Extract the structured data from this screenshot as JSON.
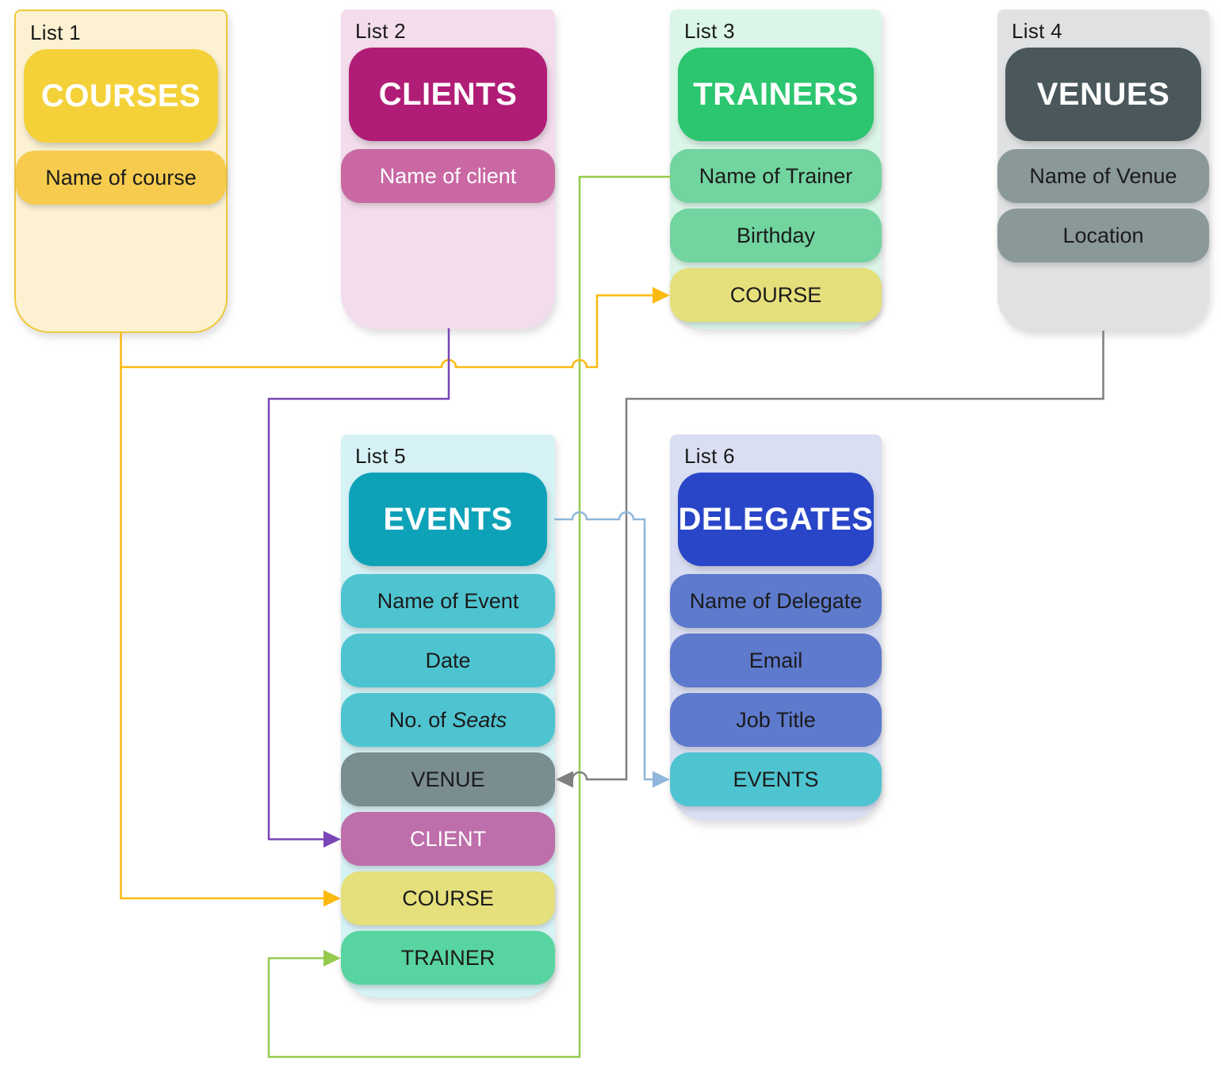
{
  "page": {
    "background": "#FFFFFF"
  },
  "lists": [
    {
      "label": "List 1",
      "title": "COURSES",
      "colors": {
        "container": "#FCF2D2",
        "border": "#EFC83C",
        "header": "#F4D139",
        "header_text": "#FFFFFF"
      },
      "fields": [
        {
          "label": "Name of course",
          "bg": "#F7CC4E",
          "text": "#1B1B1B"
        }
      ]
    },
    {
      "label": "List 2",
      "title": "CLIENTS",
      "colors": {
        "container": "#F3DCEC",
        "header": "#B01D76",
        "header_text": "#FFFFFF"
      },
      "fields": [
        {
          "label": "Name of client",
          "bg": "#C968A3",
          "text": "#FFFFFF"
        }
      ]
    },
    {
      "label": "List 3",
      "title": "TRAINERS",
      "colors": {
        "container": "#DBF6E8",
        "header": "#2BC66F",
        "header_text": "#FFFFFF"
      },
      "fields": [
        {
          "label": "Name of Trainer",
          "bg": "#72D49F",
          "text": "#1B1B1B"
        },
        {
          "label": "Birthday",
          "bg": "#72D49F",
          "text": "#1B1B1B"
        },
        {
          "label": "COURSE",
          "bg": "#E5DF7C",
          "text": "#1B1B1B"
        }
      ]
    },
    {
      "label": "List 4",
      "title": "VENUES",
      "colors": {
        "container": "#DFE1E2",
        "header": "#4A585C",
        "header_text": "#FFFFFF"
      },
      "fields": [
        {
          "label": "Name of Venue",
          "bg": "#8B989A",
          "text": "#1B1B1B"
        },
        {
          "label": "Location",
          "bg": "#8B989A",
          "text": "#1B1B1B"
        }
      ]
    },
    {
      "label": "List 5",
      "title": "EVENTS",
      "colors": {
        "container": "#D7F2F6",
        "header": "#0EA2B8",
        "header_text": "#FFFFFF"
      },
      "fields": [
        {
          "label": "Name of Event",
          "bg": "#4FC4D1",
          "text": "#1B1B1B"
        },
        {
          "label": "Date",
          "bg": "#4FC4D1",
          "text": "#1B1B1B"
        },
        {
          "label": "No. of ",
          "label_italic": "Seats",
          "bg": "#4FC4D1",
          "text": "#1B1B1B"
        },
        {
          "label": "VENUE",
          "bg": "#7A8D91",
          "text": "#1B1B1B"
        },
        {
          "label": "CLIENT",
          "bg": "#BE6FAB",
          "text": "#FFFFFF"
        },
        {
          "label": "COURSE",
          "bg": "#E5DF7C",
          "text": "#1B1B1B"
        },
        {
          "label": "TRAINER",
          "bg": "#58D4A0",
          "text": "#1B1B1B"
        }
      ]
    },
    {
      "label": "List 6",
      "title": "DELEGATES",
      "colors": {
        "container": "#D9DEF2",
        "header": "#2946C8",
        "header_text": "#FFFFFF"
      },
      "fields": [
        {
          "label": "Name of Delegate",
          "bg": "#5E7ACD",
          "text": "#1B1B1B"
        },
        {
          "label": "Email",
          "bg": "#5E7ACD",
          "text": "#1B1B1B"
        },
        {
          "label": "Job Title",
          "bg": "#5E7ACD",
          "text": "#1B1B1B"
        },
        {
          "label": "EVENTS",
          "bg": "#4FC4D1",
          "text": "#1B1B1B"
        }
      ]
    }
  ],
  "connectors": {
    "courses_to_trainers_course": {
      "color": "#FBBA10"
    },
    "courses_to_events_course": {
      "color": "#FBBA10"
    },
    "clients_to_events_client": {
      "color": "#7A45B5"
    },
    "venues_to_events_venue": {
      "color": "#7F7F7F"
    },
    "trainers_to_events_trainer": {
      "color": "#94CB4F"
    },
    "events_to_delegates_events": {
      "color": "#90B6DB"
    }
  }
}
